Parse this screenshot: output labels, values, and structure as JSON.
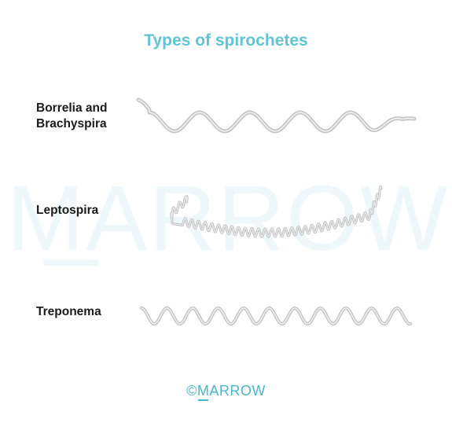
{
  "diagram": {
    "title": "Types of spirochetes",
    "watermark_text": "MARROW",
    "organisms": [
      {
        "name_line1": "Borrelia and",
        "name_line2": "Brachyspira"
      },
      {
        "name_line1": "Leptospira",
        "name_line2": ""
      },
      {
        "name_line1": "Treponema",
        "name_line2": ""
      }
    ],
    "footer": {
      "copyright_symbol": "©",
      "brand_first": "M",
      "brand_rest": "ARROW"
    }
  },
  "colors": {
    "title": "#5ec4d6",
    "watermark": "#eef8fb",
    "organism_body": "#c4c4c4",
    "organism_highlight": "#f2f2f2",
    "label": "#1a1a1a",
    "footer": "#45b8cf"
  }
}
